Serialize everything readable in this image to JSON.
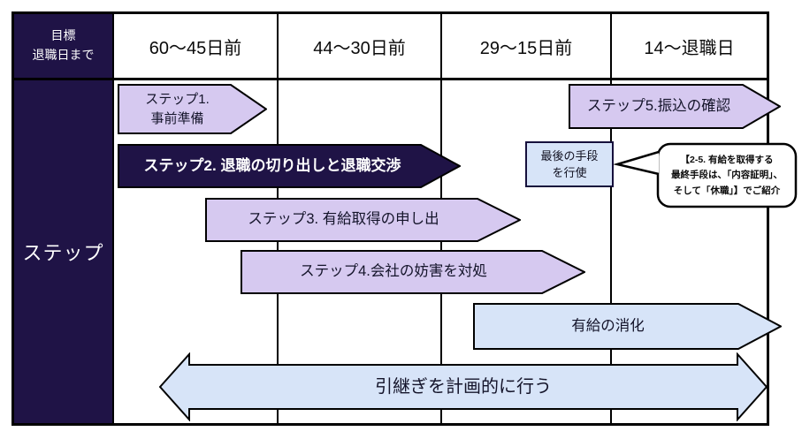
{
  "colors": {
    "navy": "#1f1346",
    "light_purple": "#d6c9f0",
    "light_blue": "#d7e4f8",
    "outline": "#000000",
    "white": "#ffffff"
  },
  "header": {
    "label_line1": "目標",
    "label_line2": "退職日まで",
    "columns": [
      "60〜45日前",
      "44〜30日前",
      "29〜15日前",
      "14〜退職日"
    ]
  },
  "sidebar": {
    "label": "ステップ"
  },
  "steps": {
    "step1_line1": "ステップ1.",
    "step1_line2": "事前準備",
    "step2": "ステップ2. 退職の切り出しと退職交渉",
    "step3": "ステップ3. 有給取得の申し出",
    "step4": "ステップ4.会社の妨害を対処",
    "step5": "ステップ5.振込の確認"
  },
  "annotations": {
    "last_resort_line1": "最後の手段",
    "last_resort_line2": "を行使",
    "callout_line1": "【2-5. 有給を取得する",
    "callout_line2": "最終手段は、「内容証明」、",
    "callout_line3": "そして「休職」】でご紹介",
    "paid_leave": "有給の消化",
    "handover": "引継ぎを計画的に行う"
  }
}
